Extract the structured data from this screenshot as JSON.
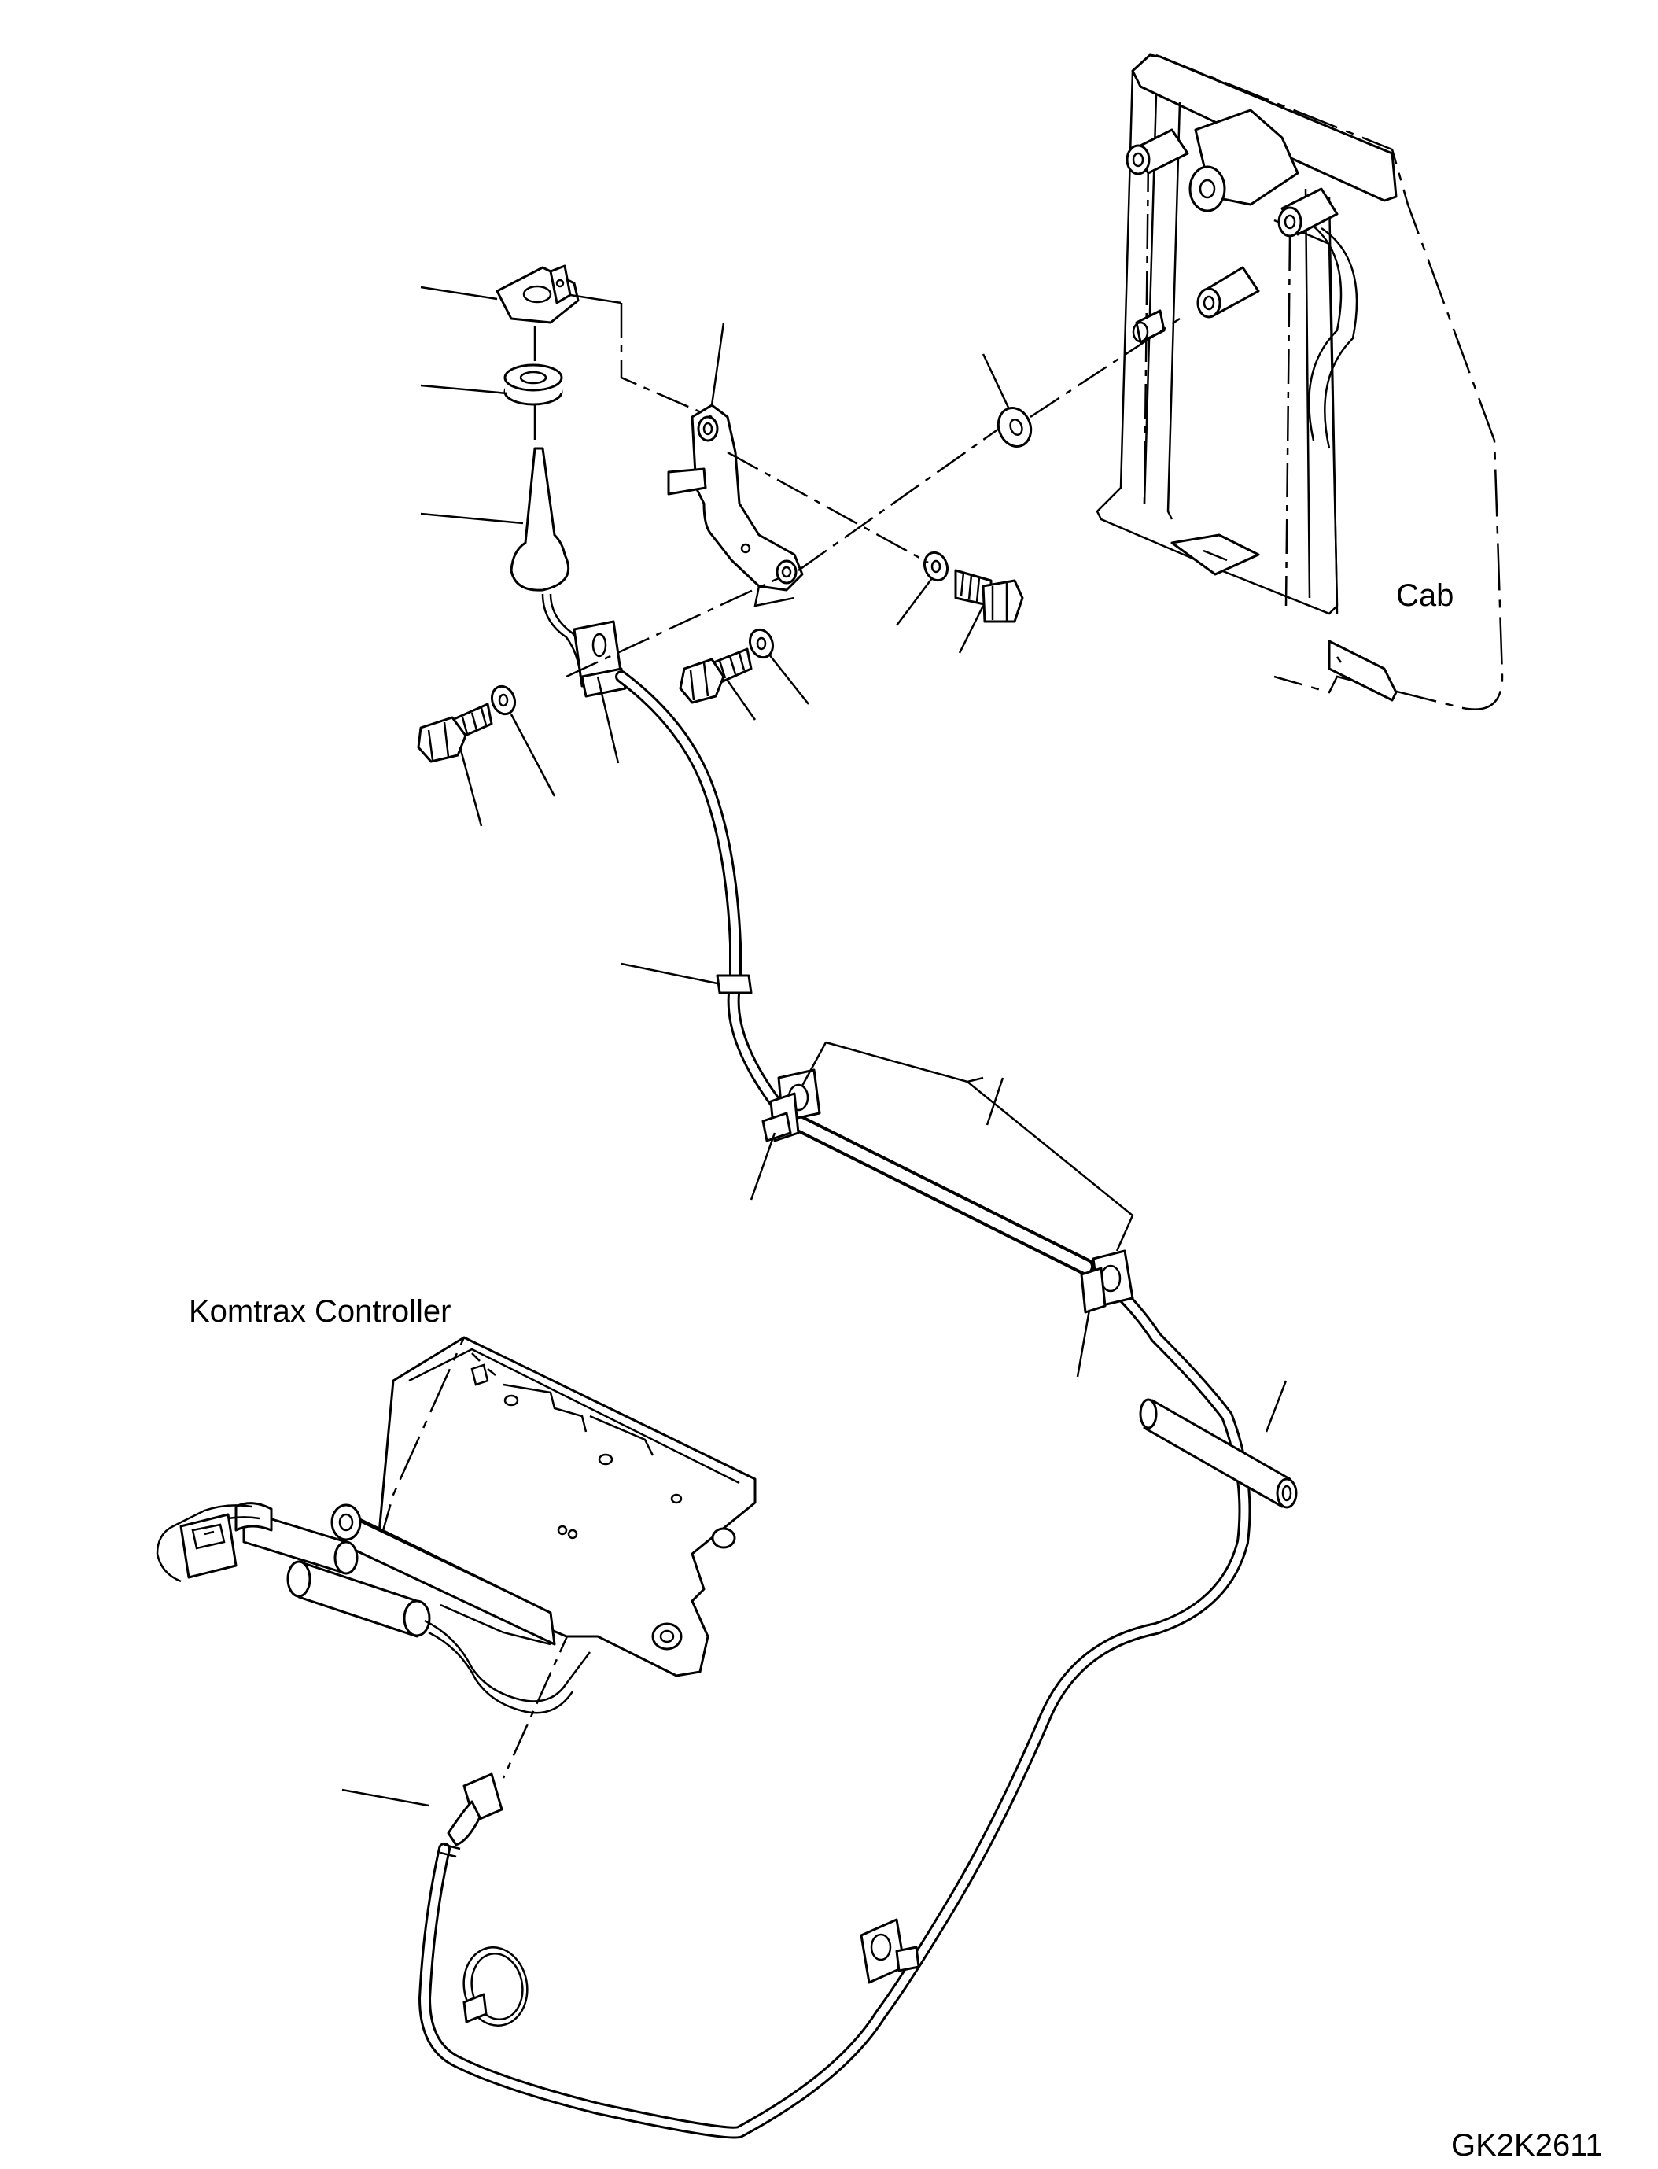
{
  "labels": {
    "cab": "Cab",
    "controller": "Komtrax Controller",
    "drawing_number": "GK2K2611"
  }
}
